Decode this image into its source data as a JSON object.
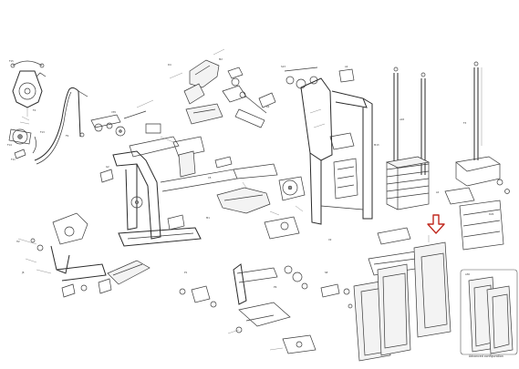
{
  "labels": {
    "lbl_f15": "F15",
    "lbl_f4": "F4",
    "lbl_f14": "F14",
    "lbl_f13": "F13",
    "lbl_f11": "F11",
    "lbl_f9": "F9",
    "lbl_v35": "V35",
    "lbl_d4": "D4",
    "lbl_m2": "M2",
    "lbl_r2": "R2",
    "lbl_s13": "S13",
    "lbl_a2": "A2",
    "lbl_a18": "A18",
    "lbl_f3": "F3",
    "lbl_m13": "M13",
    "lbl_g2": "G2",
    "lbl_c5": "C5",
    "lbl_m1": "M1",
    "lbl_h2": "H2",
    "lbl_j6": "J6",
    "lbl_p1": "P1",
    "lbl_p9": "P9",
    "lbl_s8": "S8",
    "lbl_x2": "X2",
    "lbl_l6": "L6",
    "lbl_a30": "A30",
    "lbl_d20": "D20"
  },
  "inset": {
    "title": "Advanced configuration"
  },
  "colors": {
    "line": "#3a3a3a",
    "highlight_arrow": "#c0281e",
    "background": "#ffffff"
  }
}
